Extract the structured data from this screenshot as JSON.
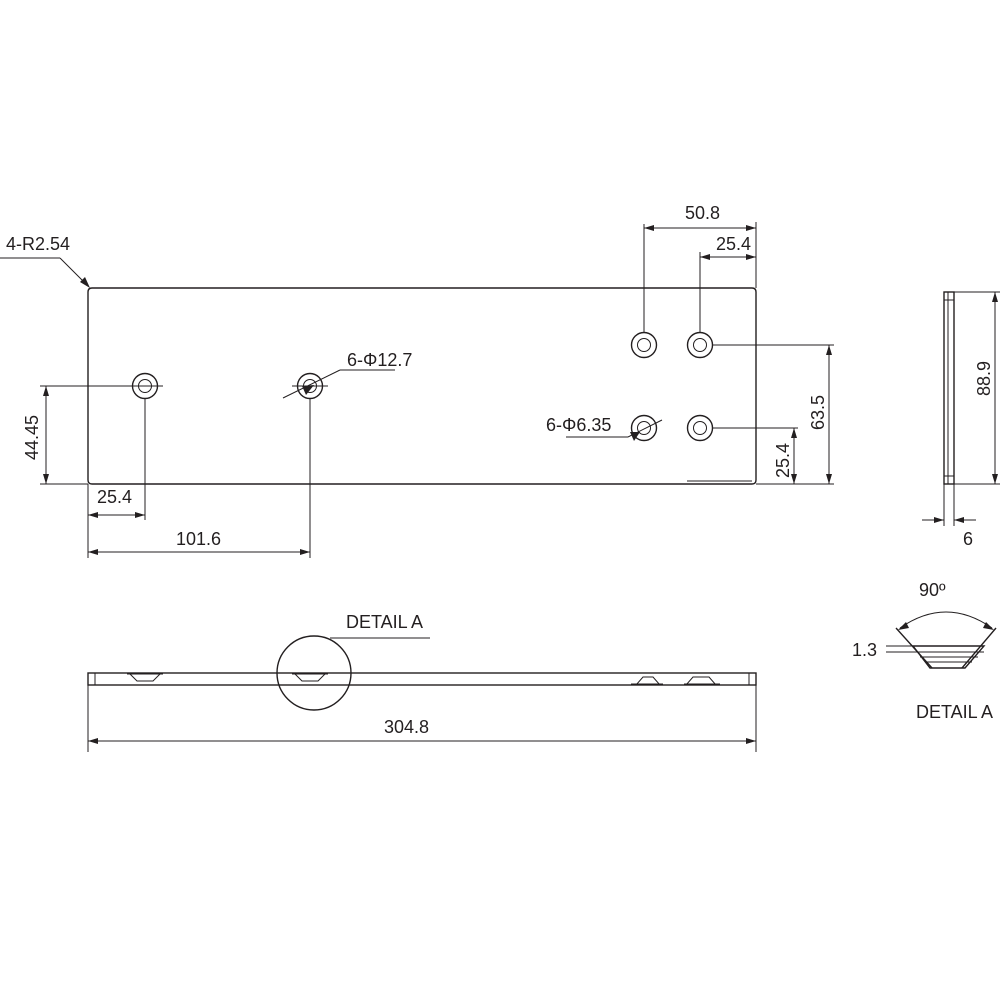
{
  "colors": {
    "line": "#231f20",
    "background": "#ffffff"
  },
  "labels": {
    "corner_radius": "4-R2.54",
    "large_holes": "6-Φ12.7",
    "small_holes": "6-Φ6.35",
    "detail_callout": "DETAIL A",
    "detail_title": "DETAIL A",
    "countersink_angle": "90º",
    "countersink_depth": "1.3"
  },
  "dims": {
    "top_spacing": "50.8",
    "top_offset": "25.4",
    "left_hole_height": "44.45",
    "left_hole_x": "25.4",
    "hole_pair_x": "101.6",
    "right_hole_height": "63.5",
    "right_lower_height": "25.4",
    "plate_height": "88.9",
    "thickness": "6",
    "overall_length": "304.8"
  }
}
